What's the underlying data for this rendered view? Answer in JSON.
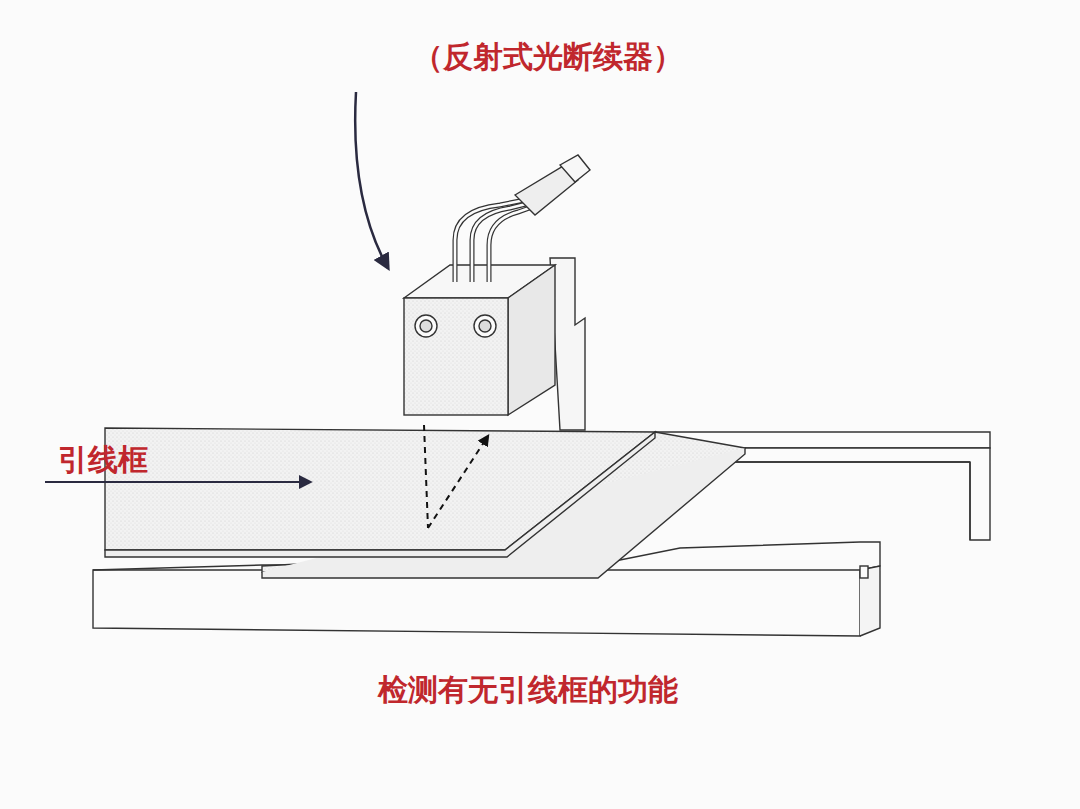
{
  "diagram": {
    "caption": "检测有无引线框的功能",
    "labels": [
      "（反射式光断续器）",
      "引线框"
    ]
  }
}
